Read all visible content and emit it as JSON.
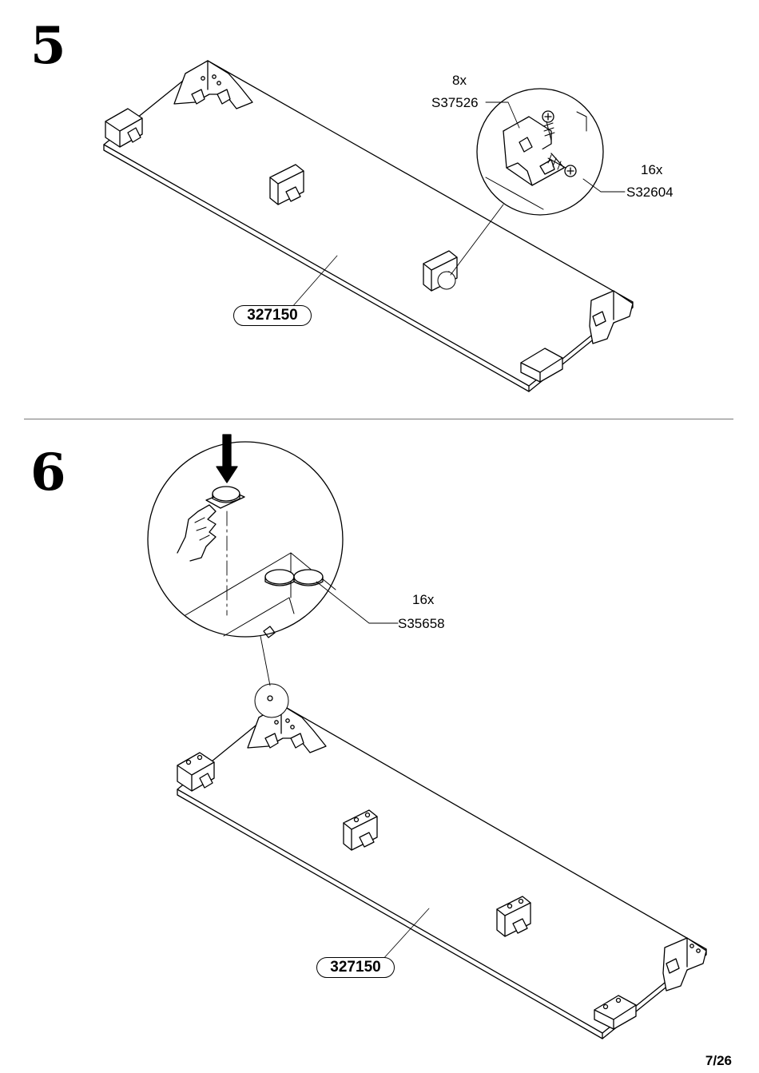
{
  "steps": [
    {
      "number": "5",
      "part_label": "327150",
      "callouts": [
        {
          "qty": "8x",
          "code": "S37526"
        },
        {
          "qty": "16x",
          "code": "S32604"
        }
      ]
    },
    {
      "number": "6",
      "part_label": "327150",
      "callouts": [
        {
          "qty": "16x",
          "code": "S35658"
        }
      ]
    }
  ],
  "footer": {
    "page": "7/26"
  }
}
